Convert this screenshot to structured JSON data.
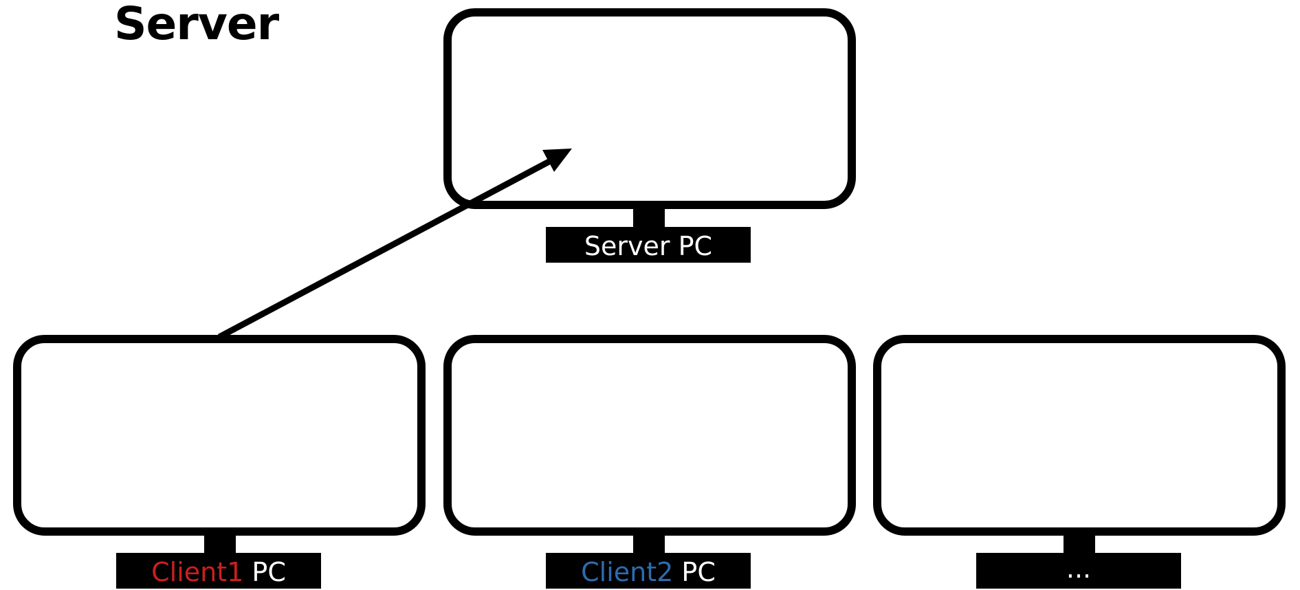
{
  "title": "Server",
  "server": {
    "label": "Server PC"
  },
  "client1": {
    "name": "Client1",
    "suffix": " PC",
    "name_color": "#cc1f1f"
  },
  "client2": {
    "name": "Client2",
    "suffix": " PC",
    "name_color": "#2e6bb0"
  },
  "client3": {
    "label": "..."
  },
  "colors": {
    "outline": "#000000",
    "label_text": "#ffffff",
    "background": "#ffffff"
  },
  "connection": {
    "from": "client1",
    "to": "server",
    "style": "arrow"
  }
}
